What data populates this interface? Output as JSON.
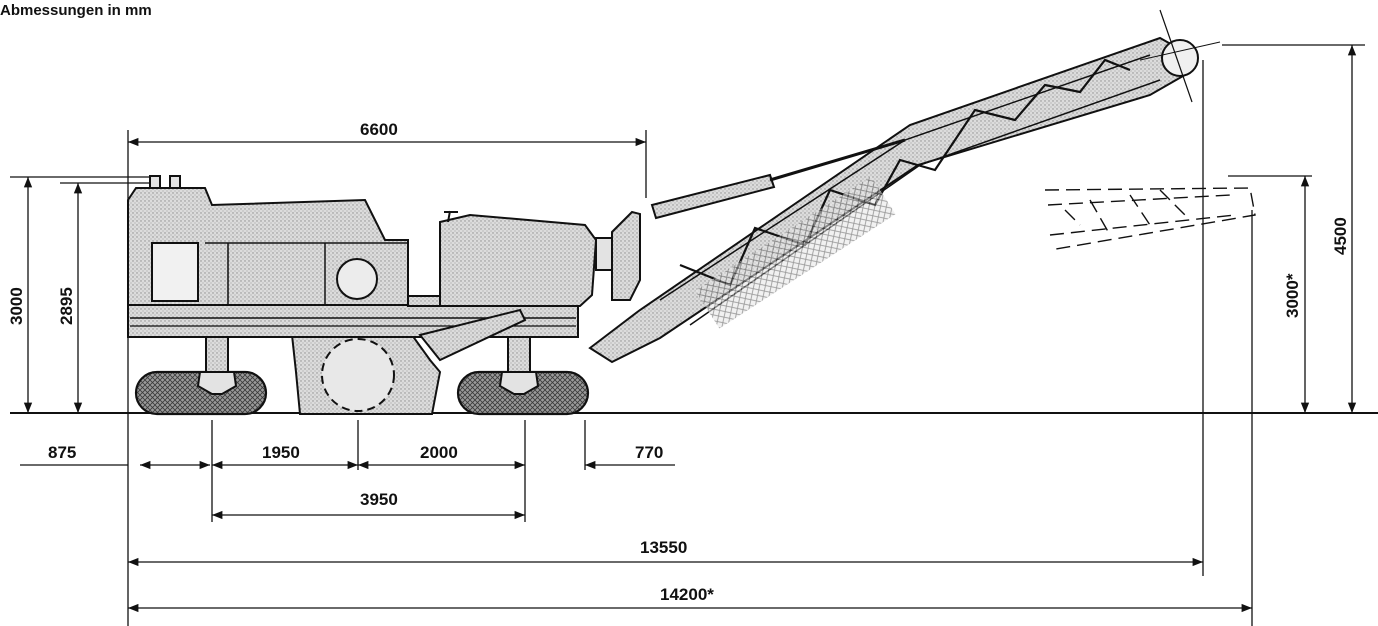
{
  "title": "Abmessungen in mm",
  "dimensions": {
    "overall_top_length": "6600",
    "height_total": "3000",
    "height_cab": "2895",
    "front_overhang": "875",
    "wheelbase_front_to_drum": "1950",
    "drum_to_rear": "2000",
    "rear_overhang": "770",
    "track_base": "3950",
    "length_conveyor_up": "13550",
    "length_conveyor_max": "14200*",
    "conveyor_discharge_height": "3000*",
    "conveyor_max_height": "4500"
  },
  "colors": {
    "line": "#111111",
    "machine_fill": "#d9d9d9",
    "background": "#ffffff"
  }
}
